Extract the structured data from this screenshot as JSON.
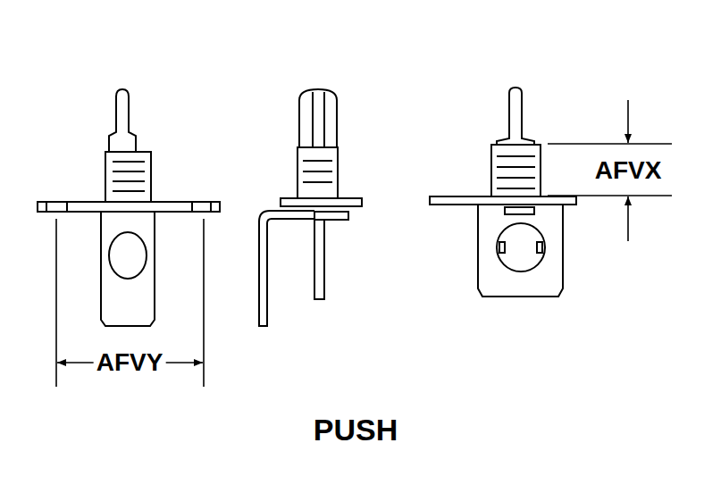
{
  "diagram": {
    "caption": "PUSH",
    "labels": [
      "AFVX",
      "AFVY"
    ]
  }
}
